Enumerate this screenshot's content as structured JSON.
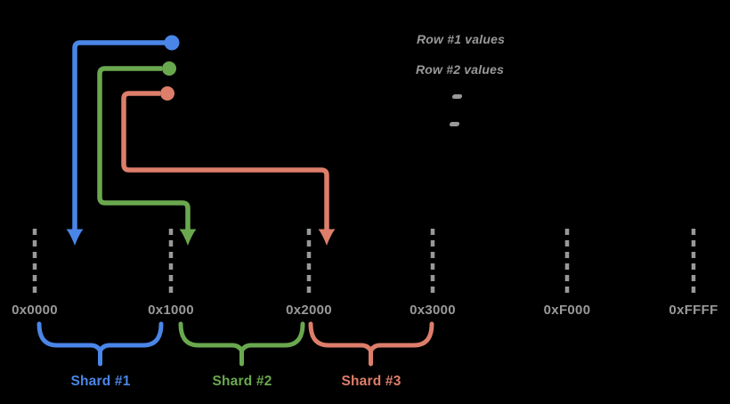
{
  "canvas": {
    "background": "#000000"
  },
  "palette": {
    "blue": "#4a86e8",
    "green": "#6aa84f",
    "salmon": "#dd7e6b",
    "muted": "#999999"
  },
  "rows_panel": {
    "row1_label": "Row #1 values",
    "row2_label": "Row #2 values",
    "more_rows_dots": 2
  },
  "keyspace": {
    "tick_labels": [
      "0x0000",
      "0x1000",
      "0x2000",
      "0x3000",
      "0xF000",
      "0xFFFF"
    ]
  },
  "shards": [
    {
      "label": "Shard #1",
      "color": "#4a86e8",
      "start_tick": "0x0000",
      "end_tick": "0x1000"
    },
    {
      "label": "Shard #2",
      "color": "#6aa84f",
      "start_tick": "0x1000",
      "end_tick": "0x2000"
    },
    {
      "label": "Shard #3",
      "color": "#dd7e6b",
      "start_tick": "0x2000",
      "end_tick": "0x3000"
    }
  ],
  "arrows": [
    {
      "name": "row1-values-to-shard1",
      "color": "#4a86e8"
    },
    {
      "name": "row2-values-to-shard2",
      "color": "#6aa84f"
    },
    {
      "name": "row3-values-to-shard3",
      "color": "#dd7e6b"
    }
  ]
}
